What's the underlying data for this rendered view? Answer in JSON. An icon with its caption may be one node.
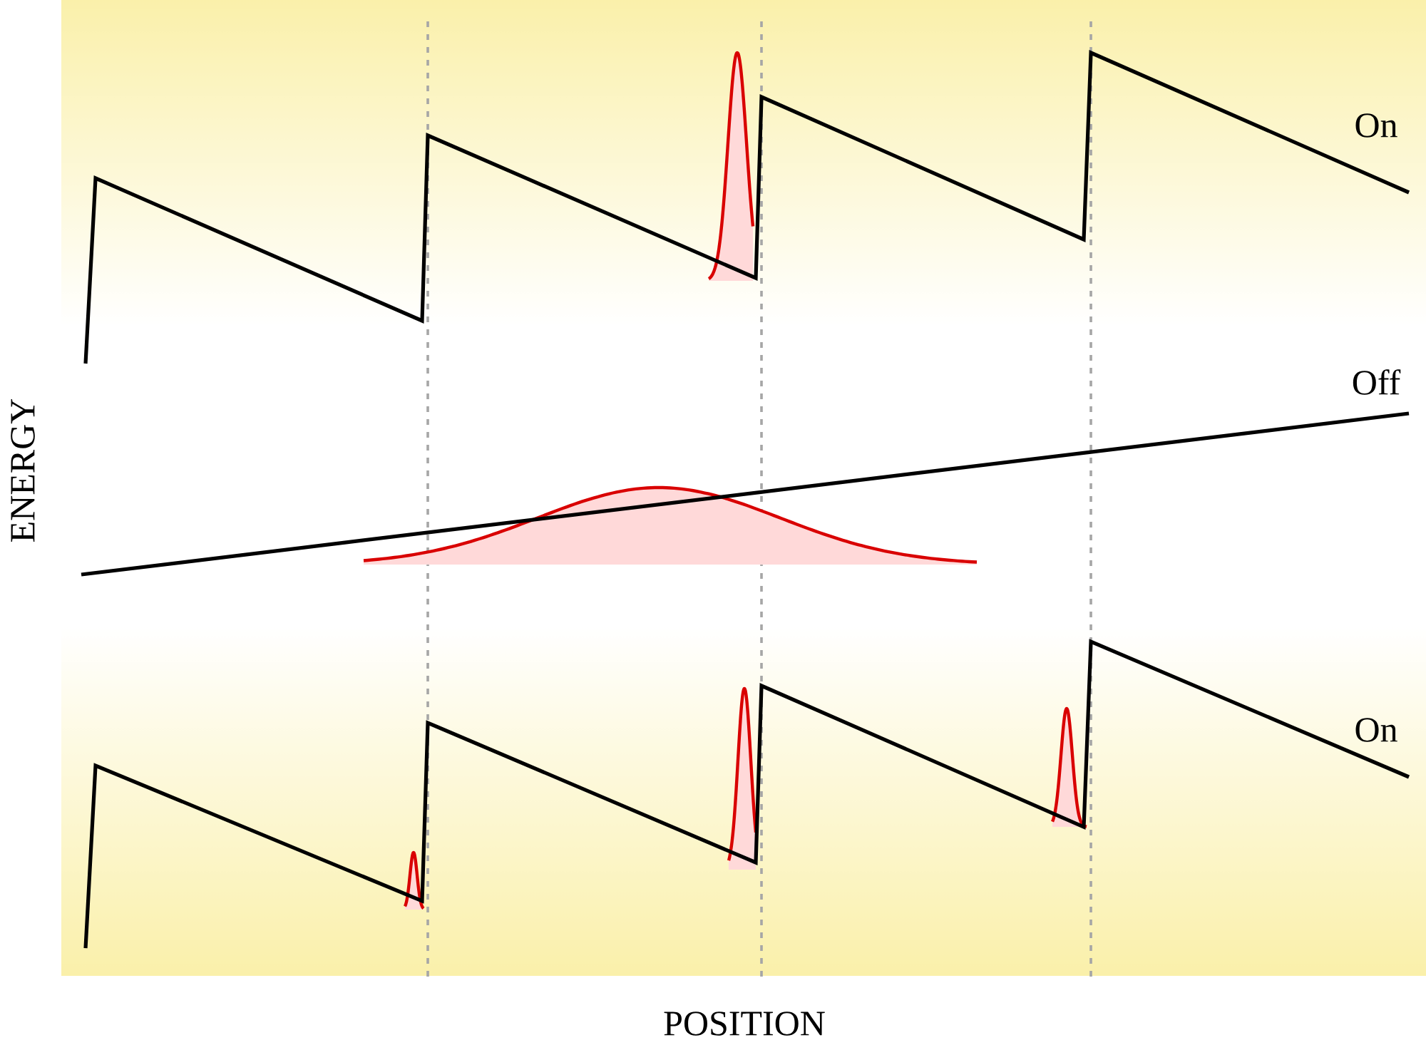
{
  "diagram": {
    "labels": [
      "On",
      "Off",
      "On",
      "ENERGY",
      "POSITION"
    ]
  }
}
